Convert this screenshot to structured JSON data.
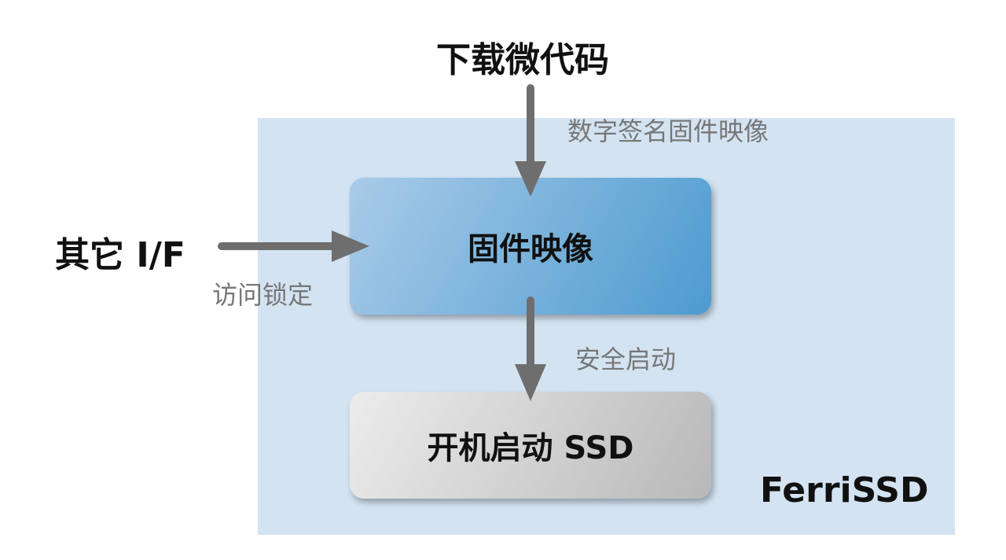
{
  "title": "下载微代码",
  "signed_label": "数字签名固件映像",
  "firmware_box": "固件映像",
  "other_if": "其它 I/F",
  "access_lock": "访问锁定",
  "secure_boot": "安全启动",
  "boot_box": "开机启动 SSD",
  "brand": "FerriSSD",
  "colors": {
    "panel": "#d3e3f2",
    "arrow": "#6e6e6e",
    "accent": "#4d9bd0"
  }
}
